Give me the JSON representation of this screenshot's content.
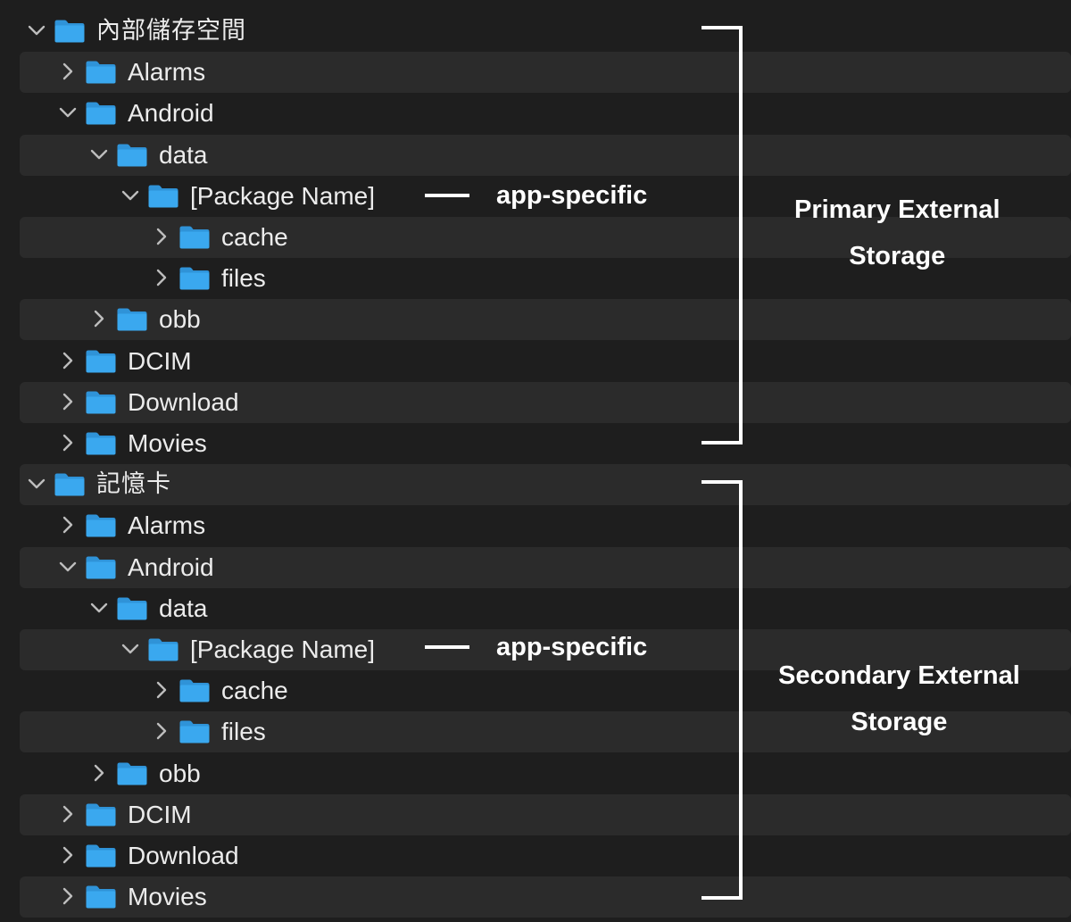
{
  "tree": [
    {
      "label": "內部儲存空間",
      "level": 0,
      "expanded": true
    },
    {
      "label": "Alarms",
      "level": 1,
      "expanded": false
    },
    {
      "label": "Android",
      "level": 1,
      "expanded": true
    },
    {
      "label": "data",
      "level": 2,
      "expanded": true
    },
    {
      "label": "[Package Name]",
      "level": 3,
      "expanded": true
    },
    {
      "label": "cache",
      "level": 4,
      "expanded": false
    },
    {
      "label": "files",
      "level": 4,
      "expanded": false
    },
    {
      "label": "obb",
      "level": 2,
      "expanded": false
    },
    {
      "label": "DCIM",
      "level": 1,
      "expanded": false
    },
    {
      "label": "Download",
      "level": 1,
      "expanded": false
    },
    {
      "label": "Movies",
      "level": 1,
      "expanded": false
    },
    {
      "label": "記憶卡",
      "level": 0,
      "expanded": true
    },
    {
      "label": "Alarms",
      "level": 1,
      "expanded": false
    },
    {
      "label": "Android",
      "level": 1,
      "expanded": true
    },
    {
      "label": "data",
      "level": 2,
      "expanded": true
    },
    {
      "label": "[Package Name]",
      "level": 3,
      "expanded": true
    },
    {
      "label": "cache",
      "level": 4,
      "expanded": false
    },
    {
      "label": "files",
      "level": 4,
      "expanded": false
    },
    {
      "label": "obb",
      "level": 2,
      "expanded": false
    },
    {
      "label": "DCIM",
      "level": 1,
      "expanded": false
    },
    {
      "label": "Download",
      "level": 1,
      "expanded": false
    },
    {
      "label": "Movies",
      "level": 1,
      "expanded": false
    }
  ],
  "annotations": {
    "primary": {
      "app_specific": "app-specific",
      "storage_line1": "Primary External",
      "storage_line2": "Storage"
    },
    "secondary": {
      "app_specific": "app-specific",
      "storage_line1": "Secondary External",
      "storage_line2": "Storage"
    }
  },
  "colors": {
    "background": "#1e1e1e",
    "row_alt": "#2b2b2b",
    "folder": "#3aa8ef",
    "text": "#ececec",
    "annotation": "#ffffff"
  },
  "icons": {
    "folder": "folder-icon",
    "expanded": "chevron-down-icon",
    "collapsed": "chevron-right-icon"
  }
}
